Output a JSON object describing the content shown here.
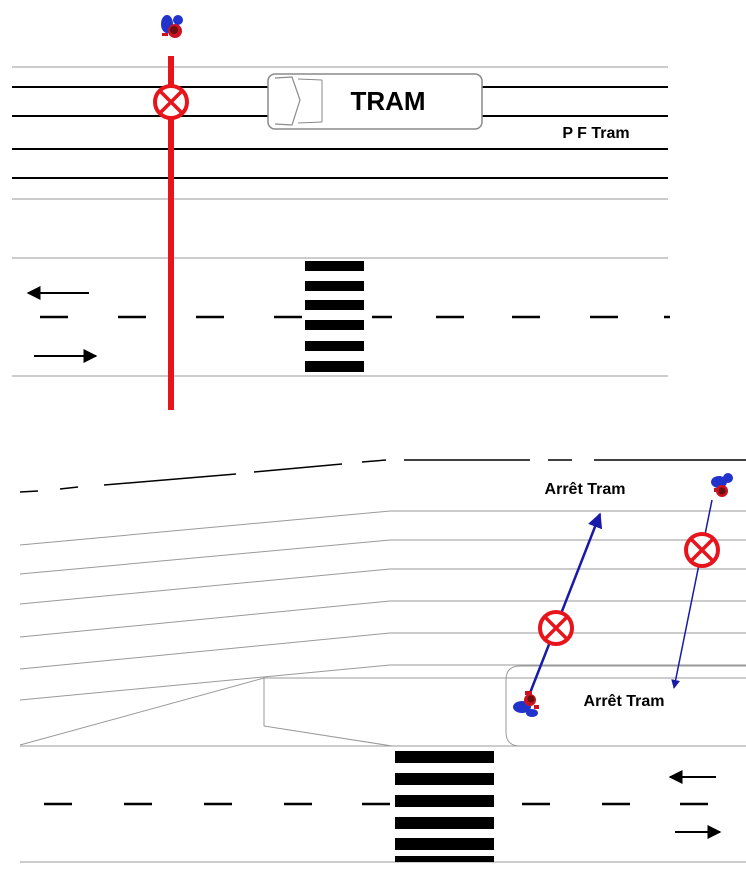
{
  "top_scene": {
    "tram_label": "TRAM",
    "platform_label": "P F Tram",
    "crossing_path_color": "#e8141c"
  },
  "bottom_scene": {
    "stop_label_upper": "Arrêt Tram",
    "stop_label_lower": "Arrêt Tram",
    "crossing_path_color": "#1a1aa8"
  },
  "icons": {
    "forbidden": "no-entry-icon",
    "pedestrian": "pedestrian-icon",
    "arrow": "traffic-direction-arrow-icon"
  },
  "colors": {
    "forbidden_sign": "#e8141c",
    "line": "#000000",
    "border_line": "#999999"
  }
}
